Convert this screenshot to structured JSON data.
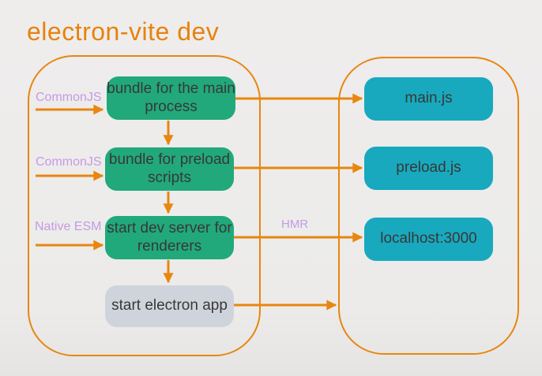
{
  "title": "electron-vite dev",
  "colors": {
    "accent_orange": "#E8860F",
    "node_green": "#21A97C",
    "node_teal": "#18A9BE",
    "node_gray": "#CFD4DC",
    "label_purple": "#C69AE5",
    "node_text": "#383838",
    "background": "#ECEBEA"
  },
  "left_panel": {
    "inputs": [
      {
        "label": "CommonJS"
      },
      {
        "label": "CommonJS"
      },
      {
        "label": "Native ESM"
      }
    ],
    "steps": [
      {
        "label": "bundle for the main\nprocess"
      },
      {
        "label": "bundle for preload\nscripts"
      },
      {
        "label": "start dev server for\nrenderers"
      },
      {
        "label": "start electron app"
      }
    ]
  },
  "right_panel": {
    "outputs": [
      {
        "label": "main.js"
      },
      {
        "label": "preload.js"
      },
      {
        "label": "localhost:3000"
      }
    ]
  },
  "edge_labels": {
    "hmr": "HMR"
  }
}
